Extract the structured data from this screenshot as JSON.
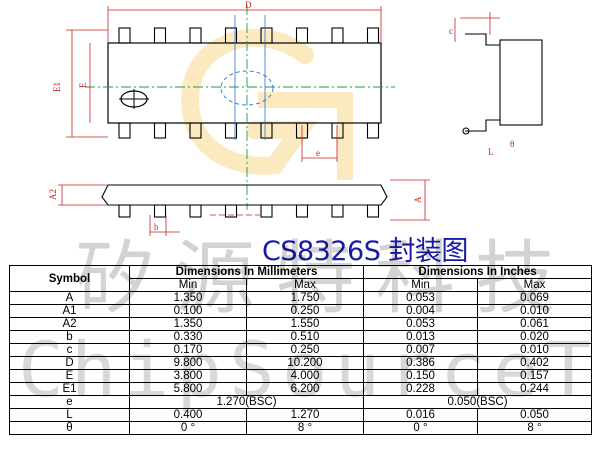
{
  "drawing": {
    "labels": {
      "D": "D",
      "E1": "E1",
      "E": "E",
      "A2": "A2",
      "A": "A",
      "b": "b",
      "e": "e",
      "c": "c",
      "L": "L",
      "theta": "θ"
    }
  },
  "title": "CS8326S 封装图",
  "watermark": {
    "cn": "矽源特科技",
    "en": "ChipSourceTek"
  },
  "table": {
    "symbol_header": "Symbol",
    "mm_header": "Dimensions In Millimeters",
    "inch_header": "Dimensions In Inches",
    "min_label": "Min",
    "max_label": "Max",
    "rows": [
      {
        "sym": "A",
        "mm_min": "1.350",
        "mm_max": "1.750",
        "in_min": "0.053",
        "in_max": "0.069"
      },
      {
        "sym": "A1",
        "mm_min": "0.100",
        "mm_max": "0.250",
        "in_min": "0.004",
        "in_max": "0.010"
      },
      {
        "sym": "A2",
        "mm_min": "1.350",
        "mm_max": "1.550",
        "in_min": "0.053",
        "in_max": "0.061"
      },
      {
        "sym": "b",
        "mm_min": "0.330",
        "mm_max": "0.510",
        "in_min": "0.013",
        "in_max": "0.020"
      },
      {
        "sym": "c",
        "mm_min": "0.170",
        "mm_max": "0.250",
        "in_min": "0.007",
        "in_max": "0.010"
      },
      {
        "sym": "D",
        "mm_min": "9.800",
        "mm_max": "10.200",
        "in_min": "0.386",
        "in_max": "0.402"
      },
      {
        "sym": "E",
        "mm_min": "3.800",
        "mm_max": "4.000",
        "in_min": "0.150",
        "in_max": "0.157"
      },
      {
        "sym": "E1",
        "mm_min": "5.800",
        "mm_max": "6.200",
        "in_min": "0.228",
        "in_max": "0.244"
      }
    ],
    "e_row": {
      "sym": "e",
      "mm_bsc": "1.270(BSC)",
      "in_bsc": "0.050(BSC)"
    },
    "l_row": {
      "sym": "L",
      "mm_min": "0.400",
      "mm_max": "1.270",
      "in_min": "0.016",
      "in_max": "0.050"
    },
    "theta_row": {
      "sym": "θ",
      "mm_min": "0 °",
      "mm_max": "8 °",
      "in_min": "0 °",
      "in_max": "8 °"
    }
  }
}
